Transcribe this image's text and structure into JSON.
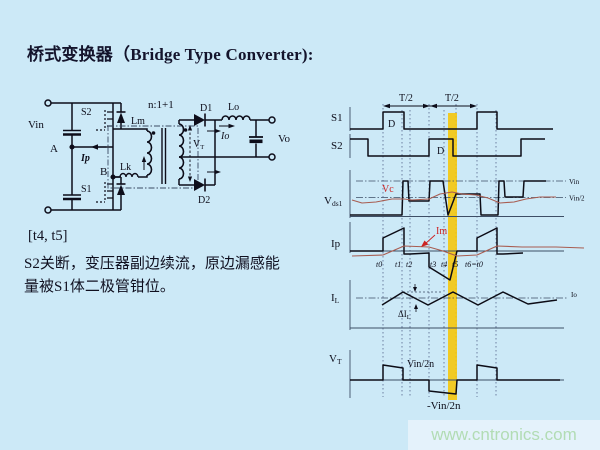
{
  "title": "桥式变换器（Bridge Type Converter):",
  "section": {
    "interval": "[t4, t5]",
    "desc_line1": "S2关断，变压器副边续流，原边漏感能",
    "desc_line2": "量被S1体二极管钳位。"
  },
  "watermark": "www.cntronics.com",
  "colors": {
    "background": "#cce9f7",
    "highlight_bar": "#f5c60c",
    "annotation_red": "#cc2222",
    "curve_red": "#a85c50",
    "ink": "#0d0d1a",
    "watermark_green": "#b2dcb4",
    "watermark_band": "#e4f2fb"
  },
  "circuit": {
    "vin": "Vin",
    "node_a": "A",
    "node_b": "B",
    "ip": "Ip",
    "s2": "S2",
    "s1": "S1",
    "lm": "Lm",
    "lk": "Lk",
    "turns_ratio": "n:1+1",
    "d1": "D1",
    "d2": "D2",
    "vt_v": "V",
    "vt_sub": "T",
    "lo": "Lo",
    "io": "Io",
    "vo": "Vo"
  },
  "waveforms": {
    "t_half": "T/2",
    "duty": "D",
    "rows": {
      "s1": "S1",
      "s2": "S2",
      "vds1_v": "V",
      "vds1_sub": "ds1",
      "ip": "Ip",
      "il_i": "I",
      "il_sub": "L",
      "vt_v": "V",
      "vt_sub": "T"
    },
    "levels": {
      "vin": "Vin",
      "vin_half": "Vin/2",
      "io": "Io",
      "vt_pos": "Vin/2n",
      "vt_neg": "-Vin/2n"
    },
    "curves": {
      "vc": "Vc",
      "im": "Im",
      "delta_i": "ΔI",
      "delta_i_sub": "L"
    },
    "times": [
      "t0",
      "t1",
      "t2",
      "t3",
      "t4",
      "t5",
      "t6=t0"
    ],
    "series": {
      "s1": "350,129 383,129 383,112 404,112 404,129 477,129 477,112 497,112 497,129 553,129",
      "s2": "350,139 368,139 368,156 429,156 429,139 453,139 453,156 521,156 521,139 545,139",
      "vds1": "350,215 402,215 403,181 408,181 409,201 429,201 430,181 443,181 448,215 456,194 480,194 481,215 498,215 499,181 504,181 505,197 523,197 524,181 546,181",
      "vc": "352,200 362,203 376,202 392,199 404,199 412,200 429,199 440,194 452,192 462,194 476,195 488,198 500,203 514,202 526,199 540,197 556,197",
      "ip": "350,251 383,251 383,238 404,228 404,254 410,254 429,253 429,267 450,280 457,251 477,251 477,238 497,228 497,254 503,254 523,253",
      "im": "352,256 383,255 404,246 429,247 443,251 457,256 477,255 497,246 522,247 556,247 584,248",
      "il": "382,305 403,292 428,305 453,292 478,305 503,292 528,304 557,300",
      "vt": "350,380 383,380 383,365 403,368 403,380 429,380 429,391 456,394 457,380 477,380 477,365 497,368 497,380 560,380"
    }
  }
}
